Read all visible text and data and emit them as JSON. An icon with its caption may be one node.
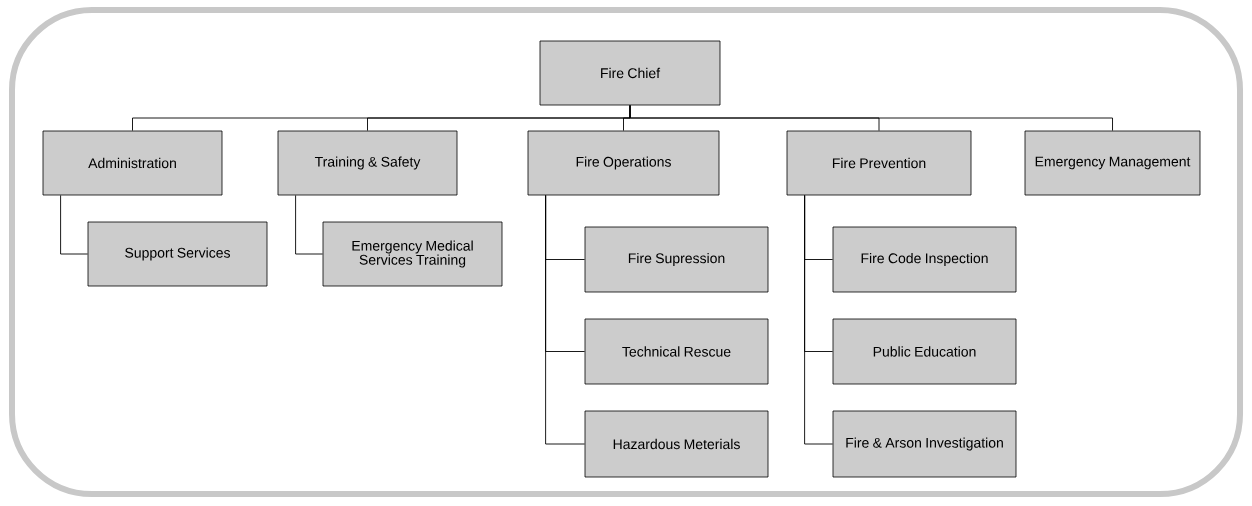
{
  "diagram": {
    "nodes": [
      {
        "text": [
          "Fire Chief"
        ]
      },
      {
        "text": [
          "Administration"
        ]
      },
      {
        "text": [
          "Training & Safety"
        ]
      },
      {
        "text": [
          "Fire Operations"
        ]
      },
      {
        "text": [
          "Fire Prevention"
        ]
      },
      {
        "text": [
          "Emergency Management"
        ]
      },
      {
        "text": [
          "Support Services"
        ]
      },
      {
        "text": [
          "Emergency Medical Services Training"
        ]
      },
      {
        "text": [
          "Fire Supression"
        ]
      },
      {
        "text": [
          "Technical Rescue"
        ]
      },
      {
        "text": [
          "Hazardous Meterials"
        ]
      },
      {
        "text": [
          "Fire Code Inspection"
        ]
      },
      {
        "text": [
          "Public Education"
        ]
      },
      {
        "text": [
          "Fire & Arson Investigation"
        ]
      }
    ],
    "edges": [
      {
        "from": 0,
        "to": 1,
        "arrow": "none"
      },
      {
        "from": 0,
        "to": 2,
        "arrow": "none"
      },
      {
        "from": 0,
        "to": 3,
        "arrow": "none"
      },
      {
        "from": 0,
        "to": 4,
        "arrow": "none"
      },
      {
        "from": 0,
        "to": 5,
        "arrow": "none"
      },
      {
        "from": 1,
        "to": 6,
        "arrow": "none"
      },
      {
        "from": 2,
        "to": 7,
        "arrow": "none"
      },
      {
        "from": 3,
        "to": 8,
        "arrow": "none"
      },
      {
        "from": 3,
        "to": 9,
        "arrow": "none"
      },
      {
        "from": 3,
        "to": 10,
        "arrow": "none"
      },
      {
        "from": 4,
        "to": 11,
        "arrow": "none"
      },
      {
        "from": 4,
        "to": 12,
        "arrow": "none"
      },
      {
        "from": 4,
        "to": 13,
        "arrow": "none"
      }
    ]
  }
}
